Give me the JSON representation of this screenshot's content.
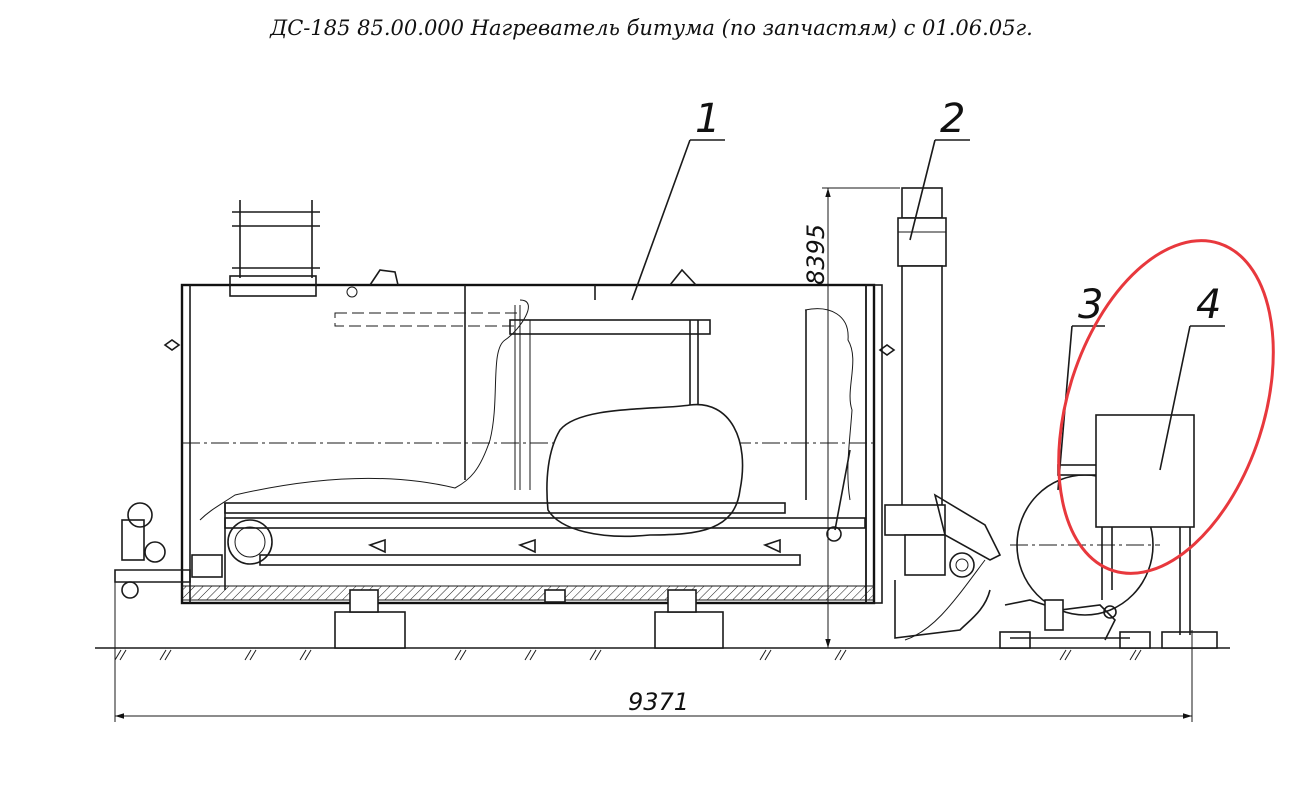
{
  "title": "ДС-185 85.00.000 Нагреватель битума (по запчастям) с 01.06.05г.",
  "callouts": [
    {
      "label": "1"
    },
    {
      "label": "2"
    },
    {
      "label": "3"
    },
    {
      "label": "4"
    }
  ],
  "dimensions": {
    "height": "8395",
    "length": "9371"
  },
  "highlight_color": "#e8383d"
}
